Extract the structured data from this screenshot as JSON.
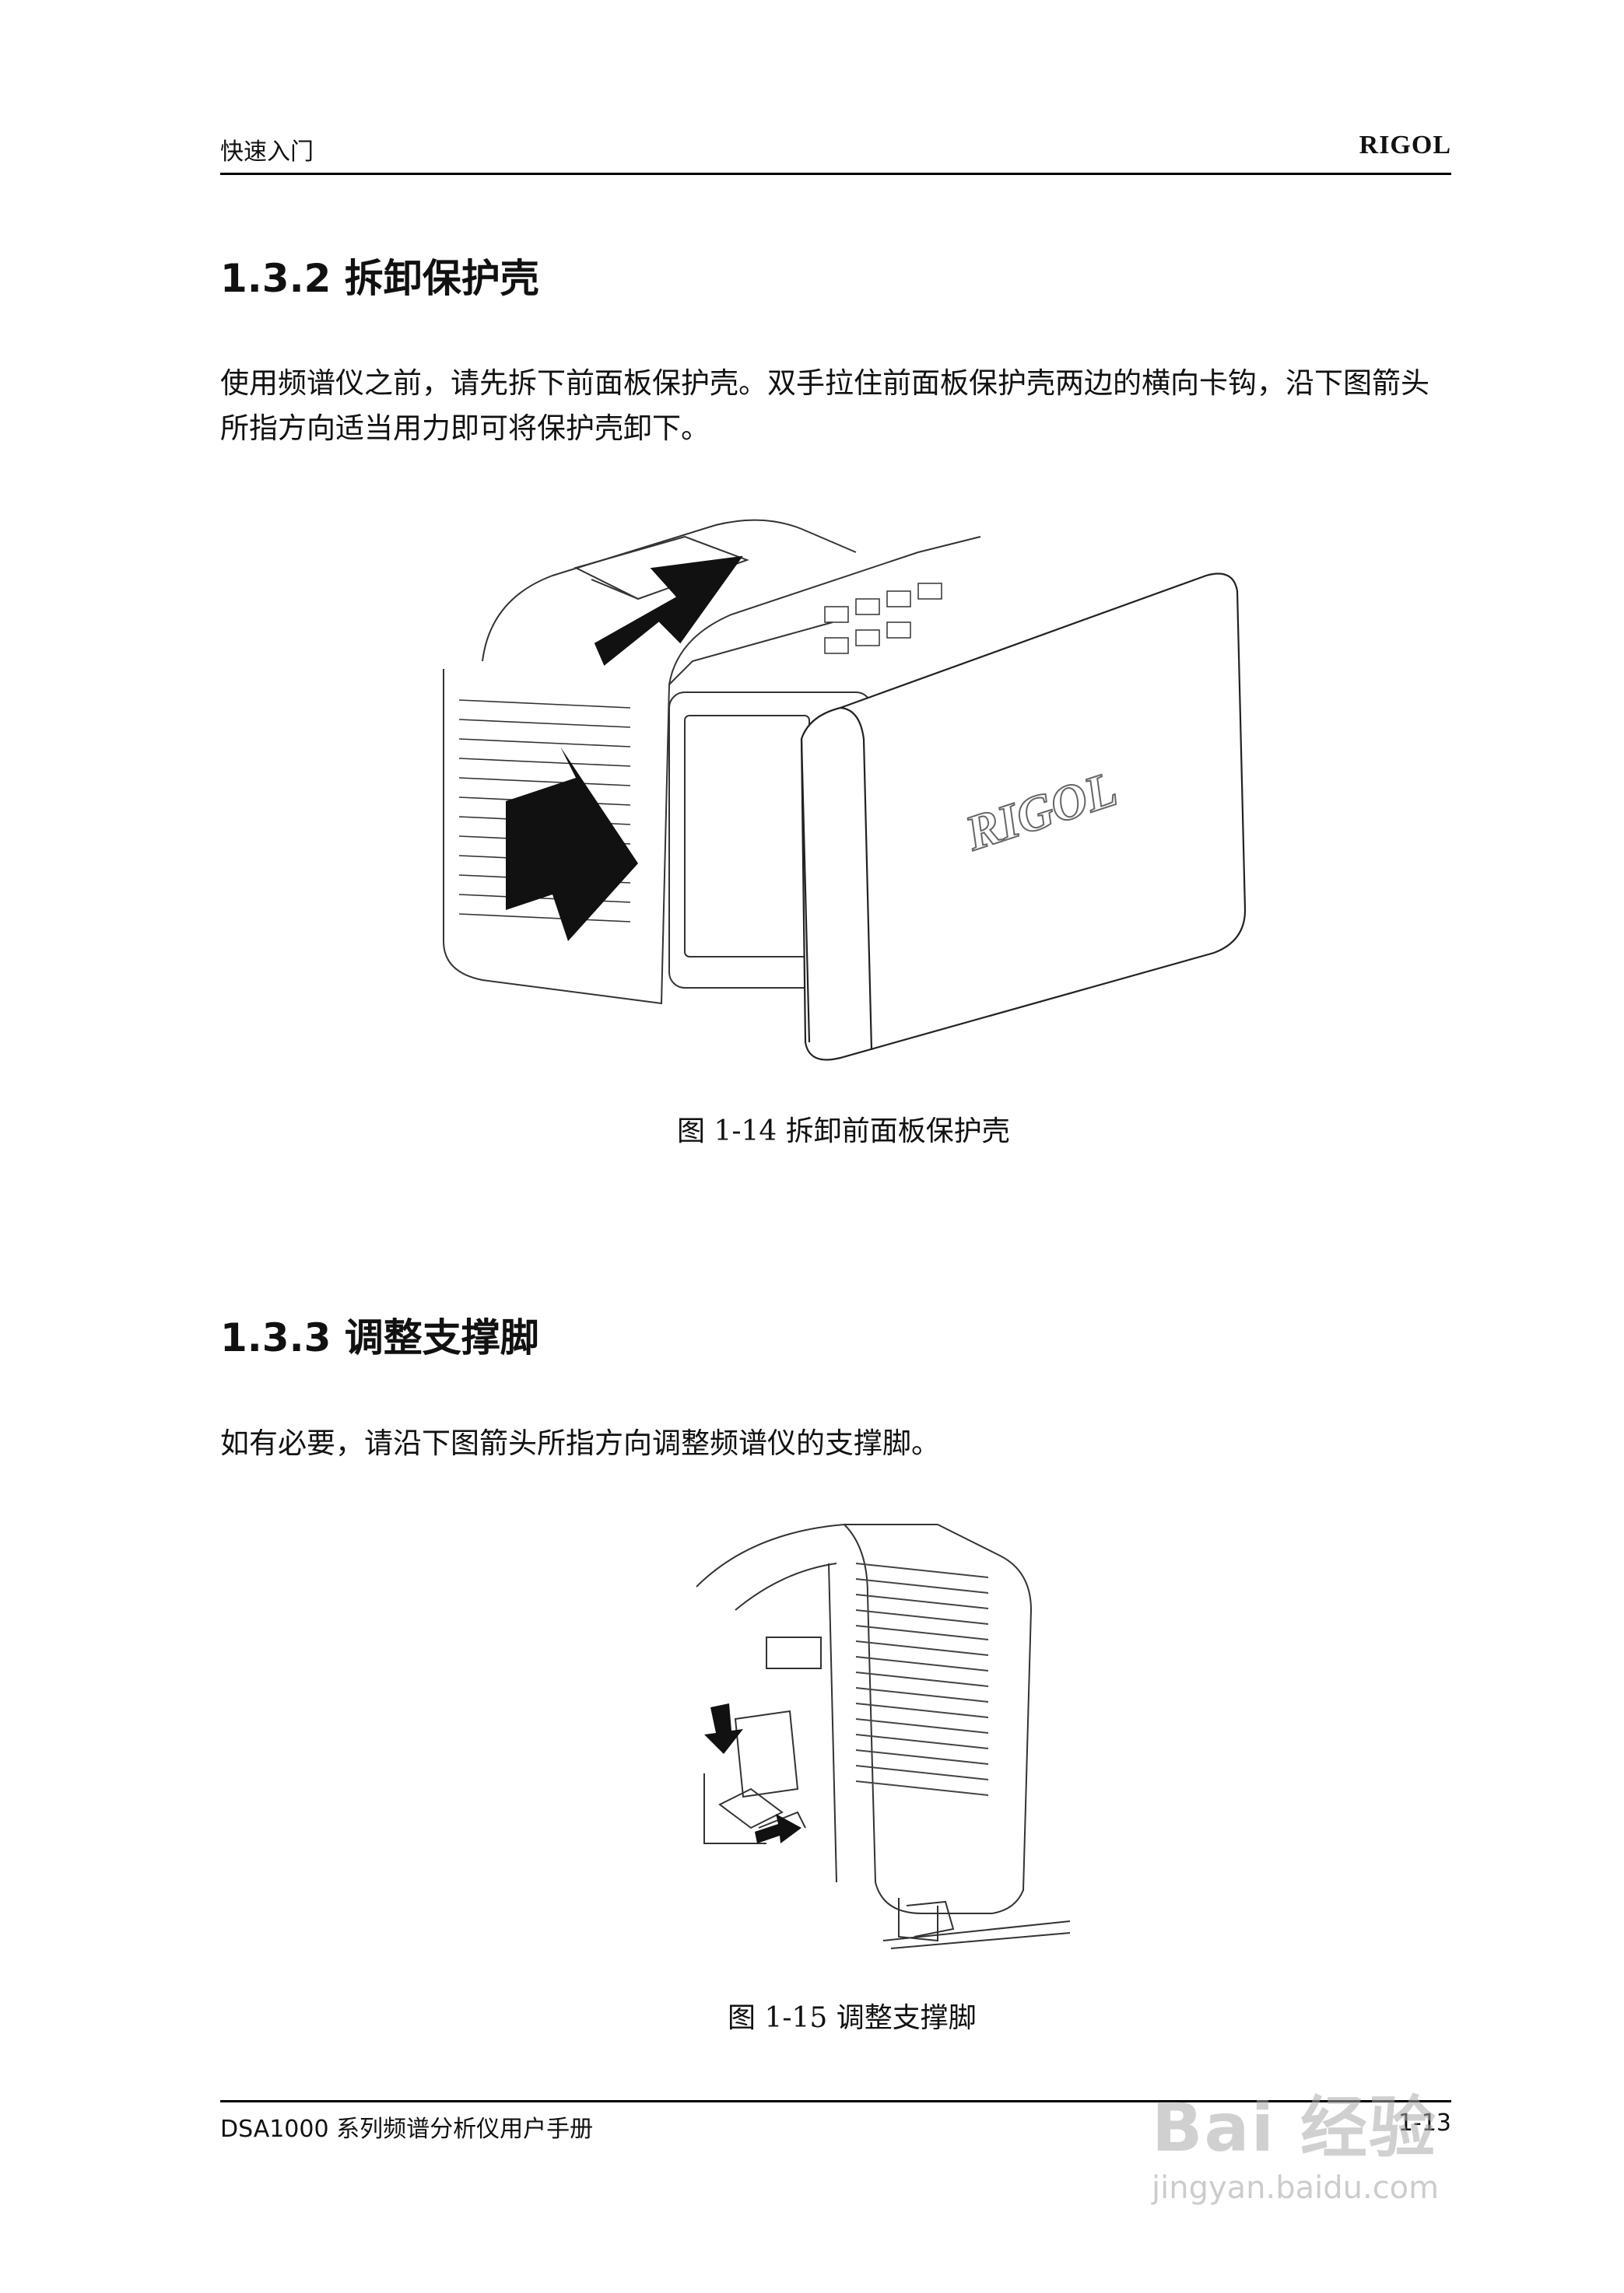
{
  "header": {
    "left": "快速入门",
    "right": "RIGOL"
  },
  "section1": {
    "title": "1.3.2 拆卸保护壳",
    "body": "使用频谱仪之前，请先拆下前面板保护壳。双手拉住前面板保护壳两边的横向卡钩，沿下图箭头所指方向适当用力即可将保护壳卸下。",
    "figure_caption": "图 1-14 拆卸前面板保护壳",
    "figure_logo": "RIGOL"
  },
  "section2": {
    "title": "1.3.3 调整支撑脚",
    "body": "如有必要，请沿下图箭头所指方向调整频谱仪的支撑脚。",
    "figure_caption": "图 1-15 调整支撑脚"
  },
  "footer": {
    "left": "DSA1000 系列频谱分析仪用户手册",
    "right": "1-13"
  },
  "watermark": {
    "brand": "Bai 经验",
    "url": "jingyan.baidu.com"
  }
}
